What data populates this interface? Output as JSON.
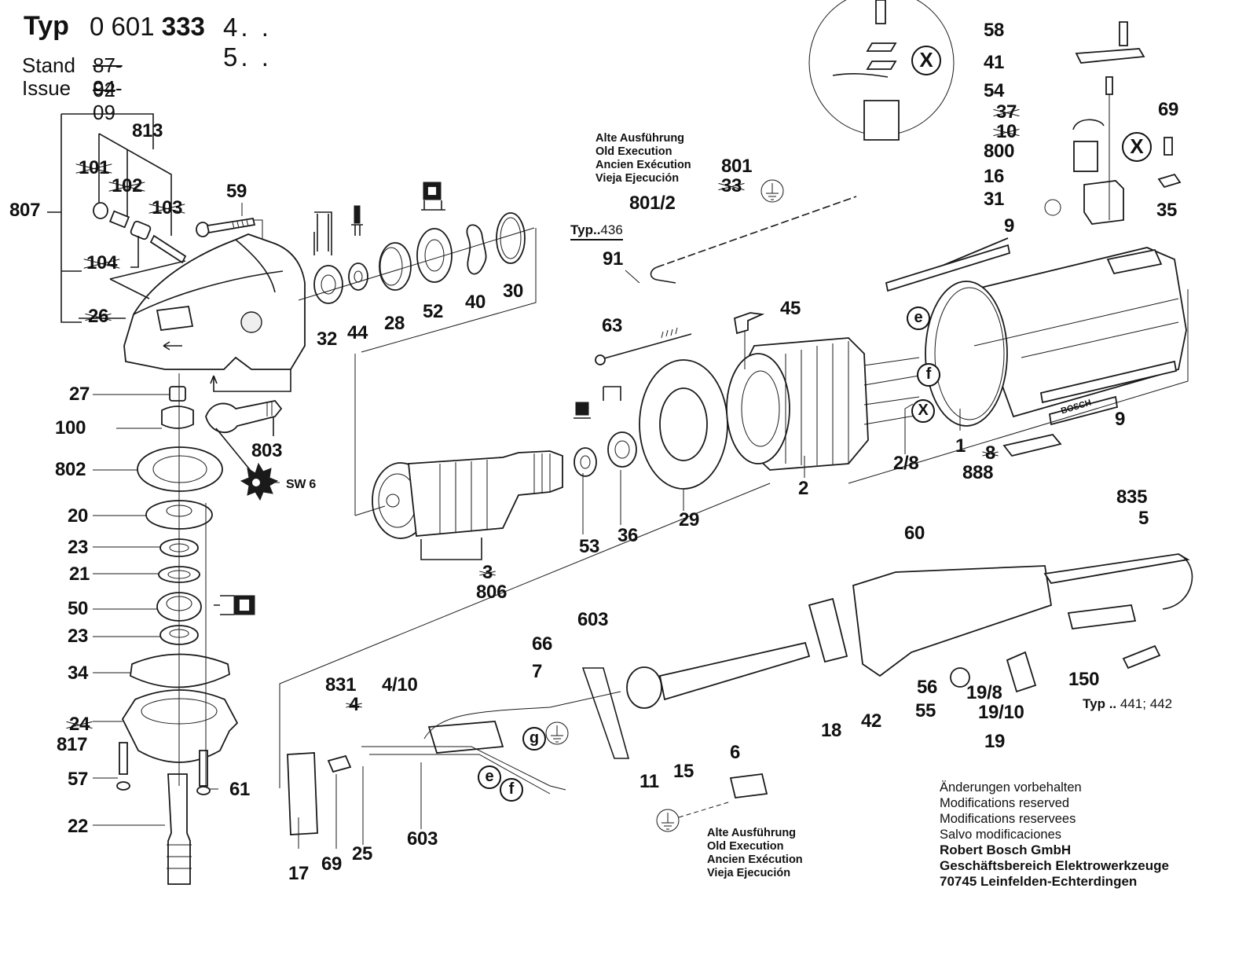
{
  "header": {
    "typ_label": "Typ",
    "type_number_prefix": "0 601",
    "type_number_main": "333",
    "variants": [
      "4. .",
      "5. ."
    ],
    "stand_label": "Stand",
    "stand_value_struck": "87-02",
    "issue_label": "Issue",
    "issue_value": "94-09"
  },
  "old_execution_note": {
    "lines": [
      "Alte Ausführung",
      "Old Execution",
      "Ancien Exécution",
      "Vieja Ejecución"
    ]
  },
  "typ_notes": {
    "typ436": {
      "typ": "Typ",
      "dots": "..",
      "value": "436"
    },
    "typ441": {
      "typ": "Typ",
      "dots": "..",
      "value": "441; 442"
    }
  },
  "symbols": {
    "circle_x": "X",
    "circle_e": "e",
    "circle_f": "f",
    "circle_g": "g",
    "ground": "ground-symbol",
    "sw6_label": "SW 6"
  },
  "brand_on_housing": "BOSCH",
  "parts": {
    "p807": "807",
    "p813": "813",
    "p101": "101",
    "p102": "102",
    "p103": "103",
    "p104": "104",
    "p26": "26",
    "p59": "59",
    "p32": "32",
    "p44": "44",
    "p28": "28",
    "p52": "52",
    "p40": "40",
    "p30": "30",
    "p27": "27",
    "p100": "100",
    "p803": "803",
    "p802": "802",
    "p20": "20",
    "p23a": "23",
    "p21": "21",
    "p50": "50",
    "p23b": "23",
    "p34": "34",
    "p24": "24",
    "p817": "817",
    "p57": "57",
    "p61": "61",
    "p22": "22",
    "p17": "17",
    "p69a": "69",
    "p25": "25",
    "p831": "831",
    "p4": "4",
    "p410": "4/10",
    "p66": "66",
    "p7": "7",
    "p603a": "603",
    "p603b": "603",
    "p11": "11",
    "p15": "15",
    "p6": "6",
    "p18": "18",
    "p42": "42",
    "p60": "60",
    "p56": "56",
    "p55": "55",
    "p198": "19/8",
    "p1910": "19/10",
    "p19": "19",
    "p835": "835",
    "p5": "5",
    "p150": "150",
    "p63": "63",
    "p45": "45",
    "p53": "53",
    "p36": "36",
    "p29": "29",
    "p3": "3",
    "p806": "806",
    "p2": "2",
    "p28b": "2/8",
    "p1": "1",
    "p8": "8",
    "p888": "888",
    "p9a": "9",
    "p9b": "9",
    "p91": "91",
    "p8012": "801/2",
    "p801": "801",
    "p33": "33",
    "p58": "58",
    "p41": "41",
    "p54": "54",
    "p37": "37",
    "p10": "10",
    "p800": "800",
    "p16": "16",
    "p31": "31",
    "p69b": "69",
    "p35": "35"
  },
  "footer": {
    "lines": [
      "Änderungen vorbehalten",
      "Modifications reserved",
      "Modifications reservees",
      "Salvo modificaciones"
    ],
    "company": "Robert Bosch GmbH",
    "division": "Geschäftsbereich Elektrowerkzeuge",
    "address": "70745 Leinfelden-Echterdingen"
  }
}
